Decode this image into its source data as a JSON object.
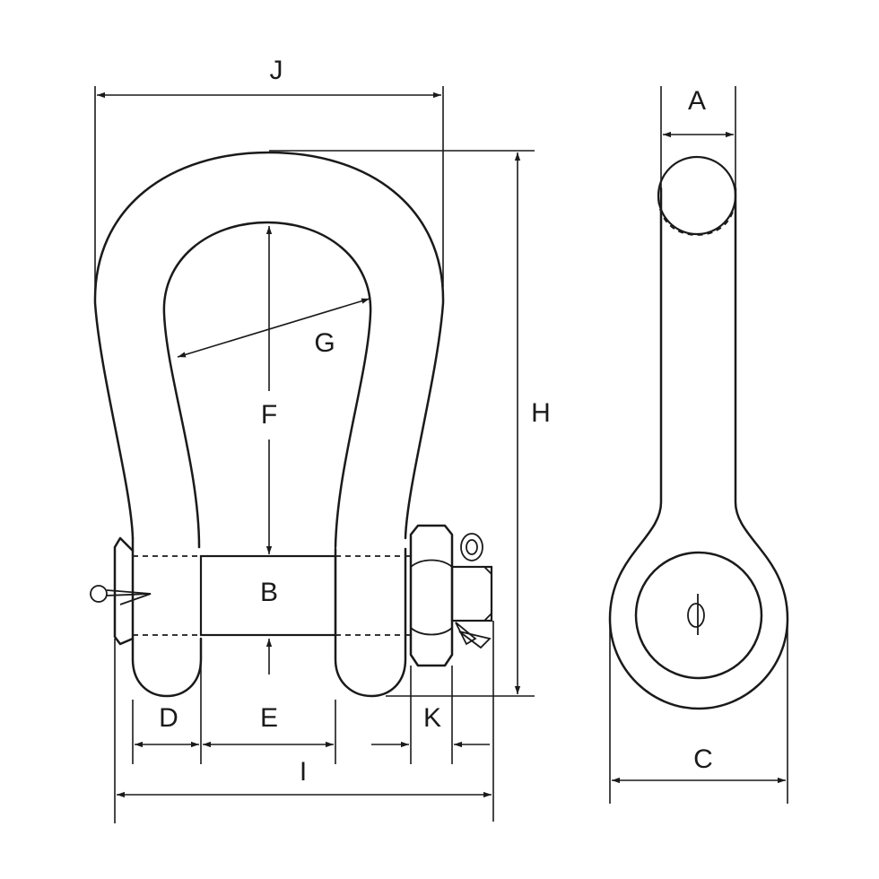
{
  "diagram": {
    "labels": {
      "A": "A",
      "B": "B",
      "C": "C",
      "D": "D",
      "E": "E",
      "F": "F",
      "G": "G",
      "H": "H",
      "I": "I",
      "J": "J",
      "K": "K"
    }
  }
}
